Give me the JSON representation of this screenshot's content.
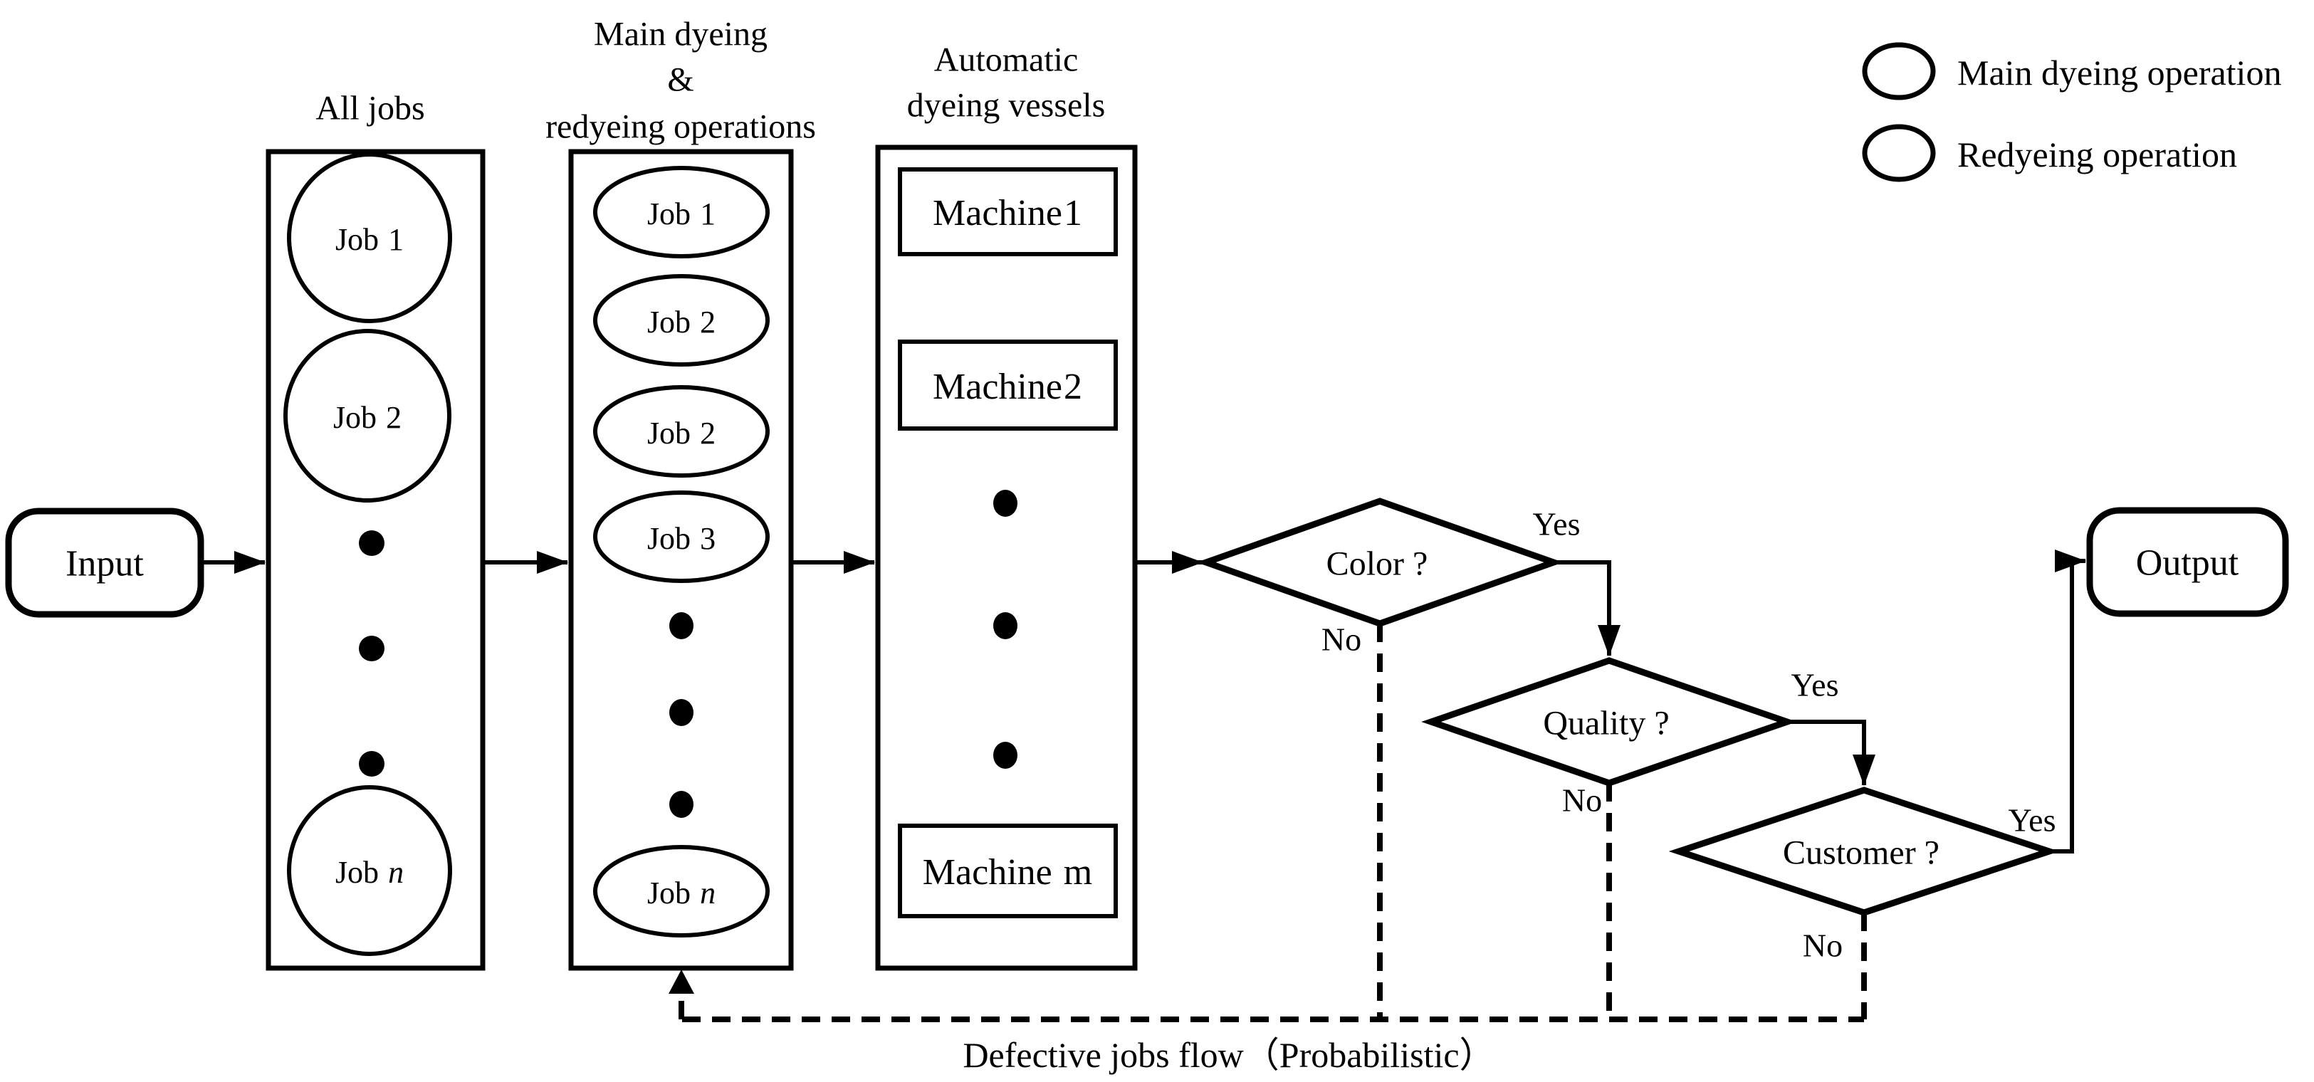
{
  "colors": {
    "background": "#ffffff",
    "stroke": "#000000",
    "main_operation_fill": "#ffffff",
    "redye_operation_fill": "#8a8888"
  },
  "terminals": {
    "input_label": "Input",
    "output_label": "Output"
  },
  "all_jobs": {
    "title": "All jobs",
    "items": [
      {
        "pre": "Job",
        "suf": "1",
        "gap": "13",
        "style": "normal"
      },
      {
        "pre": "Job",
        "suf": "2",
        "gap": "13",
        "style": "normal"
      },
      {
        "pre": "Job",
        "suf": "n",
        "gap": "13",
        "style": "italic"
      }
    ]
  },
  "operations": {
    "title_lines": [
      "Main dyeing",
      "&",
      "redyeing operations"
    ],
    "items": [
      {
        "pre": "Job",
        "suf": "1",
        "gap": "13",
        "style": "normal",
        "fill": "#ffffff"
      },
      {
        "pre": "Job",
        "suf": "2",
        "gap": "13",
        "style": "normal",
        "fill": "#ffffff"
      },
      {
        "pre": "Job",
        "suf": "2",
        "gap": "13",
        "style": "normal",
        "fill": "#8a8888"
      },
      {
        "pre": "Job",
        "suf": "3",
        "gap": "13",
        "style": "normal",
        "fill": "#ffffff"
      },
      {
        "pre": "Job",
        "suf": "n",
        "gap": "13",
        "style": "italic",
        "fill": "#8a8888"
      }
    ]
  },
  "vessels": {
    "title_lines": [
      "Automatic",
      "dyeing vessels"
    ],
    "machines": [
      {
        "pre": "Machine",
        "suf": "1",
        "gap": "2",
        "style": "normal"
      },
      {
        "pre": "Machine",
        "suf": "2",
        "gap": "2",
        "style": "normal"
      },
      {
        "pre": "Machine",
        "suf": "m",
        "gap": "16",
        "style": "normal"
      }
    ]
  },
  "decisions": [
    {
      "label": "Color ?",
      "yes": "Yes",
      "no": "No"
    },
    {
      "label": "Quality ?",
      "yes": "Yes",
      "no": "No"
    },
    {
      "label": "Customer ?",
      "yes": "Yes",
      "no": "No"
    }
  ],
  "legend": {
    "items": [
      {
        "label": "Main dyeing operation",
        "fill": "#ffffff"
      },
      {
        "label": "Redyeing operation",
        "fill": "#8a8888"
      }
    ]
  },
  "caption": "Defective jobs flow（Probabilistic）"
}
